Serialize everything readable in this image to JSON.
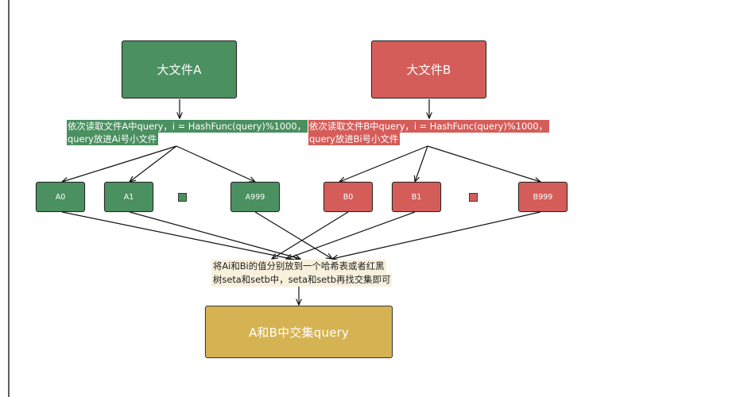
{
  "colors": {
    "green": "#4a9060",
    "red": "#d45d5a",
    "gold": "#d6b352",
    "cream": "#f7f0dc",
    "edge": "#111111"
  },
  "nodes": {
    "file_a": "大文件A",
    "file_b": "大文件B",
    "split_a_line1": "依次读取文件A中query，i = HashFunc(query)%1000，",
    "split_a_line2": "query放进Ai号小文件",
    "split_b_line1": "依次读取文件B中query，i = HashFunc(query)%1000，",
    "split_b_line2": "query放进Bi号小文件",
    "a0": "A0",
    "a1": "A1",
    "a999": "A999",
    "b0": "B0",
    "b1": "B1",
    "b999": "B999",
    "merge_line1": "将Ai和Bi的值分别放到一个哈希表或者红黑",
    "merge_line2": "树seta和setb中，seta和setb再找交集即可",
    "result": "A和B中交集query"
  }
}
